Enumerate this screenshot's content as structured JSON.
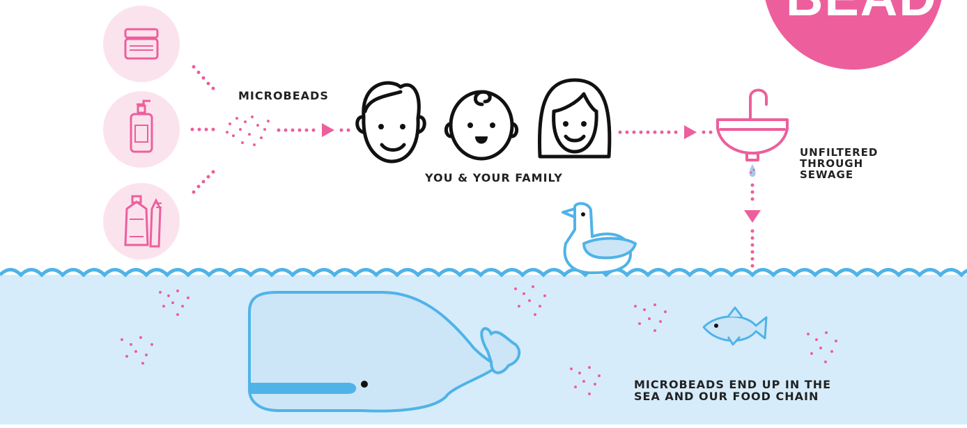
{
  "badge": {
    "text": "BEAD",
    "color": "#ec5f9c"
  },
  "labels": {
    "microbeads": "MICROBEADS",
    "family": "YOU & YOUR FAMILY",
    "sewage": [
      "UNFILTERED",
      "THROUGH",
      "SEWAGE"
    ],
    "sea": [
      "MICROBEADS END UP IN THE",
      "SEA AND OUR FOOD CHAIN"
    ]
  },
  "products": [
    {
      "name": "cream-jar-icon"
    },
    {
      "name": "pump-bottle-icon"
    },
    {
      "name": "toothpaste-toothbrush-icon"
    }
  ],
  "people": [
    {
      "name": "man-face-icon"
    },
    {
      "name": "baby-face-icon"
    },
    {
      "name": "woman-face-icon"
    }
  ],
  "colors": {
    "pink": "#ec5f9c",
    "pink_light": "#fbe3ee",
    "sea_fill": "#d6ecfa",
    "sea_line": "#4fb3e8",
    "creature_fill": "#cce6f8",
    "dark": "#111111"
  }
}
